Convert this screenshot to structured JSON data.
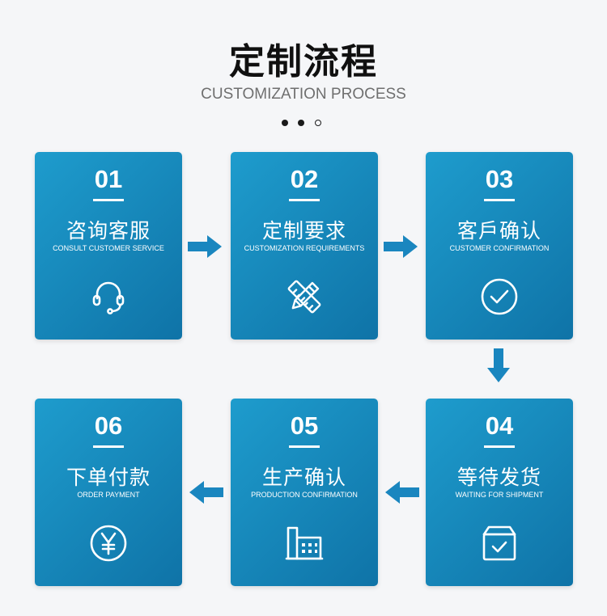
{
  "header": {
    "title": "定制流程",
    "subtitle": "CUSTOMIZATION PROCESS"
  },
  "steps": [
    {
      "num": "01",
      "zh": "咨询客服",
      "en": "CONSULT CUSTOMER SERVICE",
      "icon": "headset-icon"
    },
    {
      "num": "02",
      "zh": "定制要求",
      "en": "CUSTOMIZATION REQUIREMENTS",
      "icon": "pencil-ruler-icon"
    },
    {
      "num": "03",
      "zh": "客戶确认",
      "en": "CUSTOMER CONFIRMATION",
      "icon": "check-circle-icon"
    },
    {
      "num": "04",
      "zh": "等待发货",
      "en": "WAITING FOR SHIPMENT",
      "icon": "box-check-icon"
    },
    {
      "num": "05",
      "zh": "生产确认",
      "en": "PRODUCTION CONFIRMATION",
      "icon": "factory-icon"
    },
    {
      "num": "06",
      "zh": "下单付款",
      "en": "ORDER PAYMENT",
      "icon": "yen-circle-icon"
    }
  ],
  "colors": {
    "card_start": "#1e9ccd",
    "card_end": "#0f73a7",
    "arrow": "#1a86bf"
  }
}
